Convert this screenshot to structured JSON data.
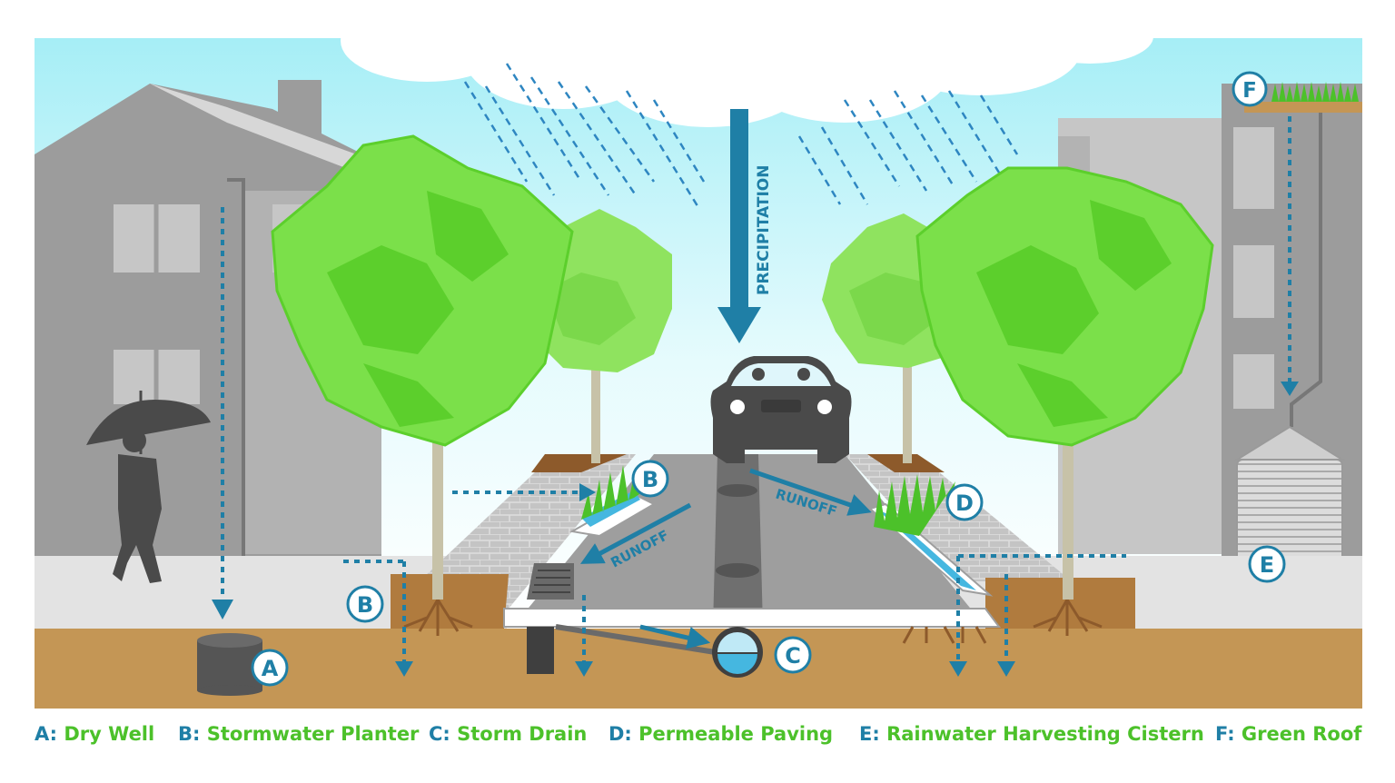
{
  "colors": {
    "sky_top": "#a6eef6",
    "sky_bottom": "#ffffff",
    "building": "#9c9c9c",
    "building_light": "#c6c6c6",
    "tree_green": "#7be04a",
    "tree_dark": "#4ccc22",
    "soil": "#c49655",
    "road": "#9e9e9e",
    "accent_blue": "#1f7fa6",
    "label_green": "#4cc12a"
  },
  "diagram": {
    "precipitation_label": "PRECIPITATION",
    "runoff_left": "RUNOFF",
    "runoff_right": "RUNOFF",
    "markers": {
      "a": "A",
      "b_planter": "B",
      "b_ground": "B",
      "c": "C",
      "d": "D",
      "e": "E",
      "f": "F"
    }
  },
  "legend": [
    {
      "key": "A:",
      "name": "Dry Well"
    },
    {
      "key": "B:",
      "name": "Stormwater Planter"
    },
    {
      "key": "C:",
      "name": "Storm Drain"
    },
    {
      "key": "D:",
      "name": "Permeable Paving"
    },
    {
      "key": "E:",
      "name": "Rainwater Harvesting Cistern"
    },
    {
      "key": "F:",
      "name": "Green Roof"
    }
  ]
}
